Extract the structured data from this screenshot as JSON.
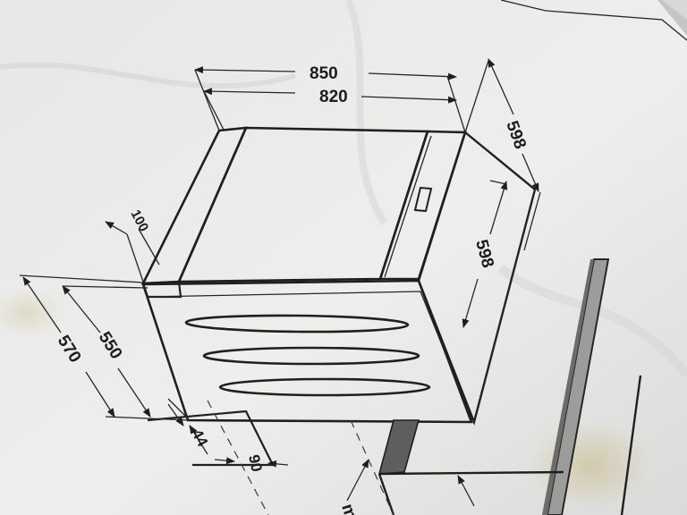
{
  "diagram": {
    "dimensions": {
      "top_outer": "850",
      "top_inner": "820",
      "side_depth_outer": "598",
      "side_depth_inner": "598",
      "corner_small": "100",
      "left_outer": "570",
      "left_inner": "550",
      "bottom_a": "44",
      "bottom_b": "90",
      "partial_label": "m"
    },
    "colors": {
      "paper": "#e9eae9",
      "paper_shadow": "#bfc0bf",
      "ink": "#1f1f1f",
      "stain": "#c9b98a"
    },
    "icons": {
      "arrowhead": "filled-triangle"
    }
  }
}
